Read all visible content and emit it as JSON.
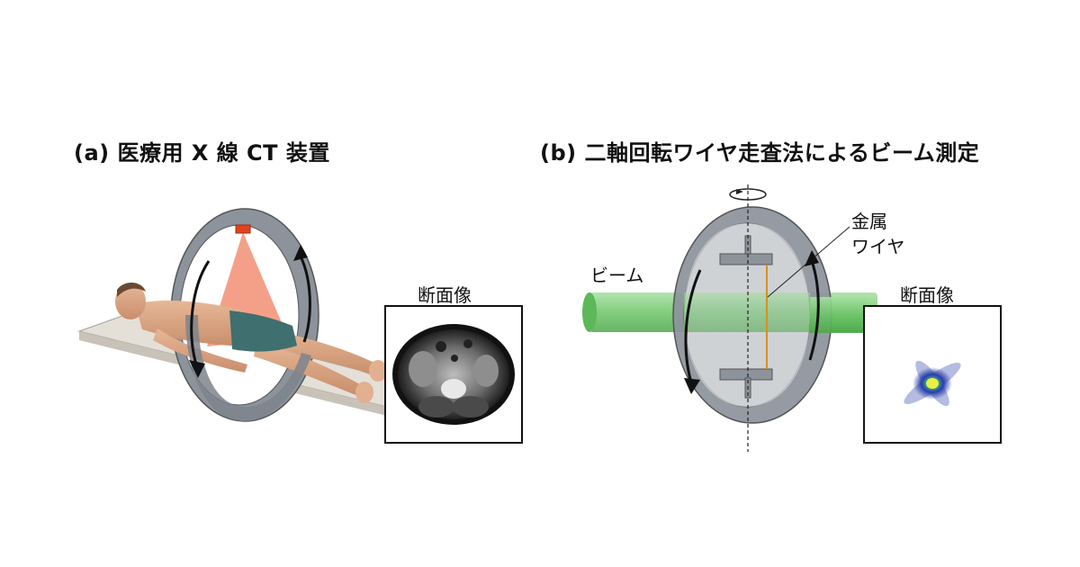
{
  "panel_a": {
    "title": "(a) 医療用 X 線 CT 装置",
    "section_label": "断面像"
  },
  "panel_b": {
    "title": "(b) 二軸回転ワイヤ走査法によるビーム測定",
    "section_label": "断面像",
    "beam_label": "ビーム",
    "wire_label_line1": "金属",
    "wire_label_line2": "ワイヤ"
  },
  "colors": {
    "ring": "#8c939b",
    "ring_dark": "#6d747c",
    "xray_cone": "#f08060",
    "beam": "#7fcf7a",
    "wire": "#d7901e",
    "source": "#e0441e",
    "table": "#e4e0d8"
  }
}
